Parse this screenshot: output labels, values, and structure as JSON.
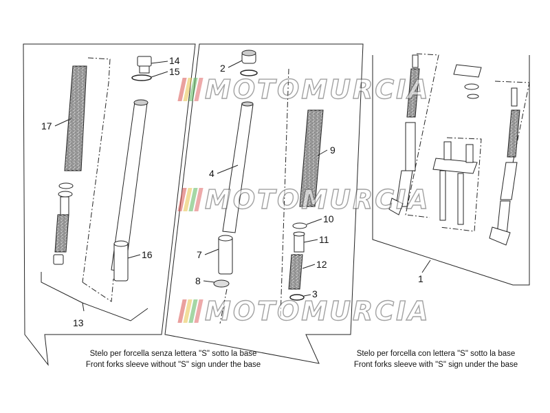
{
  "captions": {
    "left_it": "Stelo per forcella senza lettera \"S\" sotto la base",
    "left_en": "Front forks sleeve without \"S\" sign under the base",
    "right_it": "Stelo per forcella con lettera \"S\" sotto la base",
    "right_en": "Front forks sleeve with \"S\" sign under the base"
  },
  "part_numbers": {
    "p1": "1",
    "p2": "2",
    "p3": "3",
    "p4": "4",
    "p7": "7",
    "p8": "8",
    "p9": "9",
    "p10": "10",
    "p11": "11",
    "p12": "12",
    "p13": "13",
    "p14": "14",
    "p15": "15",
    "p16": "16",
    "p17": "17"
  },
  "watermark": {
    "text": "MOTOMURCIA",
    "bar_colors": [
      "#d9534f",
      "#e8c34a",
      "#5cb85c",
      "#e06666"
    ]
  },
  "colors": {
    "line": "#222222",
    "part_fill": "#ffffff",
    "shade": "#cccccc"
  }
}
